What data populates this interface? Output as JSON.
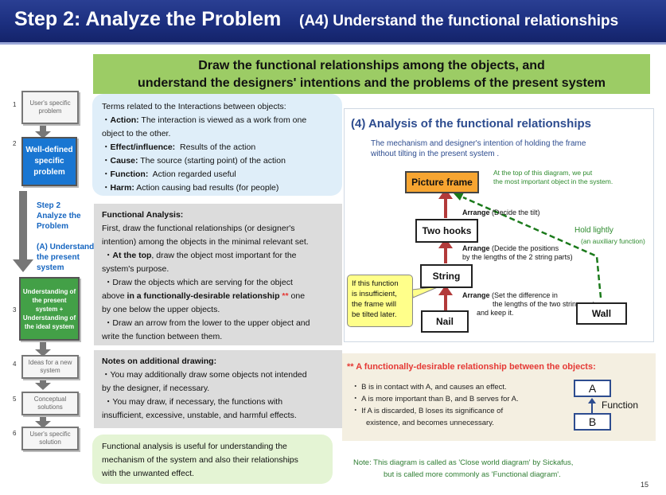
{
  "header": {
    "title": "Step 2: Analyze the Problem",
    "subtitle": "(A4) Understand the functional relationships"
  },
  "banner": {
    "line1": "Draw the functional relationships among the objects, and",
    "line2": "understand the designers' intentions and the problems of the present system"
  },
  "flow": {
    "steps": [
      {
        "num": "1",
        "label": "User's specific problem"
      },
      {
        "num": "2",
        "label": "Well-defined specific problem"
      },
      {
        "num": "3",
        "label": "Understanding of the present system + Understanding of the ideal system"
      },
      {
        "num": "4",
        "label": "Ideas for a new system"
      },
      {
        "num": "5",
        "label": "Conceptual solutions"
      },
      {
        "num": "6",
        "label": "User's specific solution"
      }
    ],
    "step2_label": "Step 2 Analyze the Problem",
    "a4_label": "(A) Understand the present system"
  },
  "terms": {
    "intro": "Terms related to the Interactions between objects:",
    "action_term": "Action:",
    "action_desc1": "The interaction is viewed as a work from one",
    "action_desc2": "object to the other.",
    "effect_term": "Effect/influence:",
    "effect_desc": "Results of the action",
    "cause_term": "Cause:",
    "cause_desc": "The source (starting point) of the action",
    "function_term": "Function:",
    "function_desc": "Action regarded useful",
    "harm_term": "Harm:",
    "harm_desc": "Action causing bad results (for people)"
  },
  "functional_analysis": {
    "title": "Functional Analysis:",
    "p1a": "First, draw the functional relationships (or designer's",
    "p1b": "intention) among the objects in the minimal relevant set.",
    "p2_bold": "At the top",
    "p2a": ", draw the object most important for the",
    "p2b": "system's purpose.",
    "p3a": "Draw the objects which are serving for the object",
    "p3b_pre": "above",
    "p3b_bold": "in a functionally-desirable relationship",
    "p3b_mark": "**",
    "p3b_post": "one",
    "p3c": "by one below the upper objects.",
    "p4a": "Draw an arrow from the lower to the upper object and",
    "p4b": "write the function between them."
  },
  "notes_drawing": {
    "title": "Notes on additional drawing:",
    "l1": "You may additionally draw some objects not intended",
    "l2": "by the designer, if necessary.",
    "l3": "You may draw, if necessary, the functions with",
    "l4": "insufficient, excessive, unstable, and harmful effects."
  },
  "summary": {
    "l1": "Functional analysis is useful for understanding the",
    "l2": "mechanism of the system and also their relationships",
    "l3": "with the unwanted effect."
  },
  "analysis": {
    "title": "(4) Analysis of the functional relationships",
    "desc1": "The mechanism and designer's intention of holding the frame",
    "desc2": "without tilting in the present system .",
    "nodes": {
      "picture_frame": "Picture frame",
      "two_hooks": "Two hooks",
      "string": "String",
      "nail": "Nail",
      "wall": "Wall"
    },
    "top_note1": "At the top of this diagram, we put",
    "top_note2": "the most important object in the system.",
    "arrange1_bold": "Arrange",
    "arrange1_rest": "(Decide the tilt)",
    "arrange2_bold": "Arrange",
    "arrange2_rest1": "(Decide the positions",
    "arrange2_rest2": "by the lengths of the 2 string parts)",
    "arrange3_bold": "Arrange",
    "arrange3_rest1": "(Set the difference in",
    "arrange3_rest2": "the lengths of the two string parts,",
    "arrange3_rest3": "and keep it.",
    "hold_lightly": "Hold lightly",
    "aux_function": "(an auxiliary function)",
    "callout1": "If this function",
    "callout2": "is insufficient,",
    "callout3": "the frame will",
    "callout4": "be tilted later."
  },
  "desirable": {
    "mark": "**",
    "title": "A functionally-desirable relationship between the objects:",
    "b1": "B is in contact with A, and causes an effect.",
    "b2": "A is more important than B, and B serves for A.",
    "b3": "If A is discarded, B loses its significance of",
    "b4": "existence, and becomes unnecessary.",
    "box_a": "A",
    "box_b": "B",
    "function_label": "Function"
  },
  "note": {
    "l1": "Note:   This diagram is called as 'Close world diagram' by Sickafus,",
    "l2": "but is called more commonly as 'Functional diagram'."
  },
  "page_number": "15",
  "colors": {
    "header": "#1c2f7f",
    "banner": "#9ccc65",
    "arrow_red": "#b23a3a",
    "dashed_green": "#1b7a1b",
    "picture_frame": "#f7a531"
  }
}
